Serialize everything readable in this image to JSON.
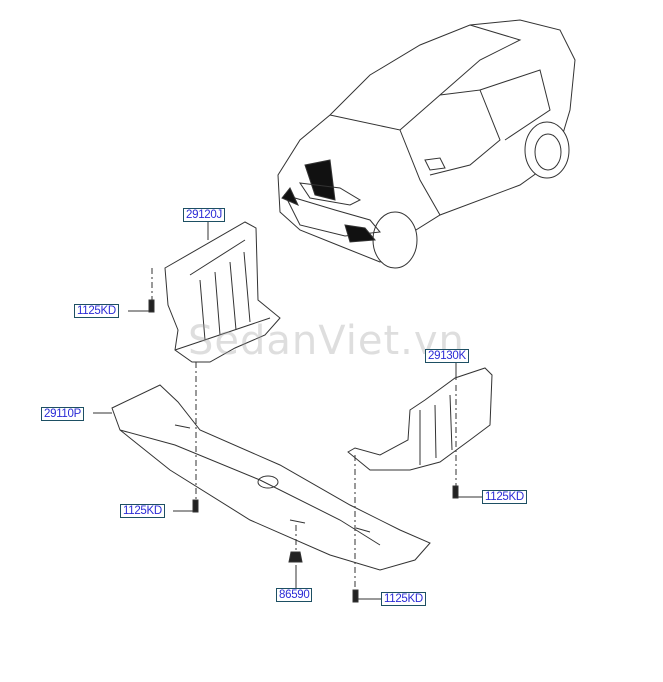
{
  "watermark": "SedanViet.vn",
  "labels": {
    "upper_cover": "29120J",
    "upper_bolt": "1125KD",
    "main_cover": "29110P",
    "side_cover": "29130K",
    "side_bolt": "1125KD",
    "main_bolt_left": "1125KD",
    "clip": "86590",
    "main_bolt_bottom": "1125KD"
  },
  "colors": {
    "label_text": "#2b2bd6",
    "label_border": "#1d4f63",
    "line": "#333333"
  }
}
